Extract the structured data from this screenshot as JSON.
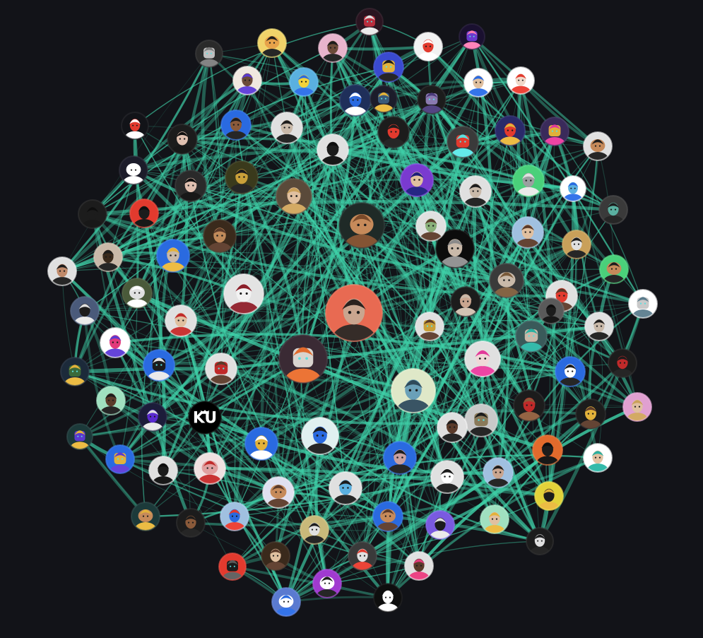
{
  "graph": {
    "background": "#121318",
    "edge_color": "#3fd0a8",
    "ku_logo_text": "KU",
    "nodes": [
      {
        "id": "center-bearded-man",
        "kind": "photo",
        "skin": "#c9a58f",
        "bg": "#e86a52",
        "hair": "#2b221e"
      },
      {
        "id": "capybara-wreath",
        "kind": "animal",
        "skin": "#c68a5a",
        "bg": "#1f2a27",
        "hair": "#7a4a2a"
      },
      {
        "id": "astronaut-robot",
        "kind": "robot",
        "skin": "#d9d4cf",
        "bg": "#3a2a34",
        "hair": "#e26a2c"
      },
      {
        "id": "lady-blue-hat",
        "kind": "cartoon",
        "skin": "#6aa0b8",
        "bg": "#dfe8c8",
        "hair": "#2f4a5a"
      },
      {
        "id": "ku-logo",
        "kind": "logo",
        "skin": "#ffffff",
        "bg": "#000000",
        "hair": "#ffffff"
      },
      {
        "id": "man-sunglasses-dark",
        "kind": "photo",
        "skin": "#c9b9a9",
        "bg": "#0c0c0c",
        "hair": "#8a8a8a"
      },
      {
        "id": "white-mask-ninja",
        "kind": "cartoon",
        "skin": "#f2f2f2",
        "bg": "#e3e3e3",
        "hair": "#8b1f2a"
      },
      {
        "id": "shiba-dog",
        "kind": "animal",
        "skin": "#e7a24a",
        "bg": "#f0d36a",
        "hair": "#1c1c1c"
      },
      {
        "id": "bald-man-pink",
        "kind": "photo",
        "skin": "#6b4a38",
        "bg": "#e8b4cc",
        "hair": "#1c1c1c"
      },
      {
        "id": "red-robot-top",
        "kind": "robot",
        "skin": "#b82c3c",
        "bg": "#2a1420",
        "hair": "#e0e0e0"
      },
      {
        "id": "red-cap-toy",
        "kind": "cartoon",
        "skin": "#e23a2e",
        "bg": "#f2f2f2",
        "hair": "#ffffff"
      },
      {
        "id": "purple-astronaut",
        "kind": "robot",
        "skin": "#6a3ad0",
        "bg": "#1a1030",
        "hair": "#ff7ab0"
      },
      {
        "id": "blue-cat",
        "kind": "cartoon",
        "skin": "#2a6ae0",
        "bg": "#1f2f5a",
        "hair": "#ffffff"
      },
      {
        "id": "golden-astronaut",
        "kind": "robot",
        "skin": "#e2b23a",
        "bg": "#3a4ad0",
        "hair": "#1c1c1c"
      },
      {
        "id": "man-purple-cap",
        "kind": "photo",
        "skin": "#6b4a38",
        "bg": "#f0e8e0",
        "hair": "#5a3ad0"
      },
      {
        "id": "yellow-sponge",
        "kind": "cartoon",
        "skin": "#f2d23a",
        "bg": "#5ab0e0",
        "hair": "#2a6ae0"
      },
      {
        "id": "white-avatar-red-ring",
        "kind": "cartoon",
        "skin": "#f0d8c8",
        "bg": "#ffffff",
        "hair": "#e23a2e"
      },
      {
        "id": "helmet-man-small",
        "kind": "robot",
        "skin": "#bfbfbf",
        "bg": "#2a2a2a",
        "hair": "#7a7a7a"
      },
      {
        "id": "red-hood-kid",
        "kind": "cartoon",
        "skin": "#e23a2e",
        "bg": "#121318",
        "hair": "#ffffff"
      },
      {
        "id": "dark-hair-girl",
        "kind": "cartoon",
        "skin": "#e0c0b0",
        "bg": "#1c1c1c",
        "hair": "#0e0e0e"
      },
      {
        "id": "curly-man-blue",
        "kind": "photo",
        "skin": "#8a5a3a",
        "bg": "#2a6ae0",
        "hair": "#1c1c1c"
      },
      {
        "id": "beanie-man",
        "kind": "photo",
        "skin": "#c9b9a9",
        "bg": "#e0e0e0",
        "hair": "#1c1c1c"
      },
      {
        "id": "mask-sunglasses",
        "kind": "photo",
        "skin": "#1c1c1c",
        "bg": "#e0e0e0",
        "hair": "#0e0e0e"
      },
      {
        "id": "red-hat-figure",
        "kind": "cartoon",
        "skin": "#e23a2e",
        "bg": "#1c1c1c",
        "hair": "#1c1c1c"
      },
      {
        "id": "purple-robot-head",
        "kind": "robot",
        "skin": "#8a7ab0",
        "bg": "#1c1c1c",
        "hair": "#4a3a7a"
      },
      {
        "id": "red-arcade-robot",
        "kind": "robot",
        "skin": "#e23a2e",
        "bg": "#3a3a3a",
        "hair": "#5ae0e0"
      },
      {
        "id": "blue-hair-boy",
        "kind": "cartoon",
        "skin": "#e0c0a0",
        "bg": "#7a3ad0",
        "hair": "#1c1c7a"
      },
      {
        "id": "mario-group",
        "kind": "cartoon",
        "skin": "#e23a2e",
        "bg": "#2a2a6a",
        "hair": "#e2b23a"
      },
      {
        "id": "daft-helmet",
        "kind": "robot",
        "skin": "#e0b03a",
        "bg": "#3a2a5a",
        "hair": "#e23a9a"
      },
      {
        "id": "white-bunny",
        "kind": "animal",
        "skin": "#ffffff",
        "bg": "#1c1c2a",
        "hair": "#ffffff"
      },
      {
        "id": "anime-dark-hair",
        "kind": "cartoon",
        "skin": "#e0c0b0",
        "bg": "#2a2a2a",
        "hair": "#0e0e0e"
      },
      {
        "id": "gold-man-wall",
        "kind": "photo",
        "skin": "#c9a03a",
        "bg": "#3a3a1c",
        "hair": "#1c1c1c"
      },
      {
        "id": "blonde-woman",
        "kind": "photo",
        "skin": "#e0c0a0",
        "bg": "#5a4a3a",
        "hair": "#c9a05a"
      },
      {
        "id": "headset-man-white",
        "kind": "photo",
        "skin": "#c9b9a9",
        "bg": "#e0e0e0",
        "hair": "#1c1c1c"
      },
      {
        "id": "green-beard-man",
        "kind": "cartoon",
        "skin": "#9aa0a0",
        "bg": "#4ad07a",
        "hair": "#e0e0e0"
      },
      {
        "id": "blue-cartoon-kid",
        "kind": "cartoon",
        "skin": "#5ab0e0",
        "bg": "#ffffff",
        "hair": "#2a6ae0"
      },
      {
        "id": "green-alien",
        "kind": "cartoon",
        "skin": "#5ab0a0",
        "bg": "#3a3a3a",
        "hair": "#1c1c1c"
      },
      {
        "id": "cartoon-hat-man",
        "kind": "cartoon",
        "skin": "#e0c0a0",
        "bg": "#a0c0e0",
        "hair": "#5a3a2a"
      },
      {
        "id": "grey-dog-hat",
        "kind": "animal",
        "skin": "#c9b9a9",
        "bg": "#3a3a3a",
        "hair": "#7a5a3a"
      },
      {
        "id": "masked-man-red",
        "kind": "photo",
        "skin": "#e0e0e0",
        "bg": "#c9a05a",
        "hair": "#1c1c1c"
      },
      {
        "id": "dark-sunglass-man",
        "kind": "photo",
        "skin": "#1c1c1c",
        "bg": "#1c1c1c",
        "hair": "#0e0e0e"
      },
      {
        "id": "red-masked-hero",
        "kind": "cartoon",
        "skin": "#1c1c1c",
        "bg": "#e23a2e",
        "hair": "#0e0e0e"
      },
      {
        "id": "pirate-man",
        "kind": "photo",
        "skin": "#c08a5a",
        "bg": "#3a2a1c",
        "hair": "#5a3a2a"
      },
      {
        "id": "hazmat-man",
        "kind": "photo",
        "skin": "#c9b9a9",
        "bg": "#2a6ae0",
        "hair": "#e2b23a"
      },
      {
        "id": "dark-cap-man",
        "kind": "photo",
        "skin": "#3a2a1c",
        "bg": "#c9b9a9",
        "hair": "#1c1c1c"
      },
      {
        "id": "girl-camera",
        "kind": "cartoon",
        "skin": "#c08a6a",
        "bg": "#e0e0e0",
        "hair": "#1c1c1c"
      },
      {
        "id": "cat-glasses-pink",
        "kind": "cartoon",
        "skin": "#e23a2e",
        "bg": "#e0e0e0",
        "hair": "#5a3a2a"
      },
      {
        "id": "capybara-green-bg",
        "kind": "animal",
        "skin": "#c68a5a",
        "bg": "#4ad07a",
        "hair": "#1c1c1c"
      },
      {
        "id": "pink-hair-girl",
        "kind": "cartoon",
        "skin": "#f0d8d8",
        "bg": "#e0e0e0",
        "hair": "#e23a9a"
      },
      {
        "id": "grey-cartoon-man",
        "kind": "photo",
        "skin": "#c9b9a9",
        "bg": "#e0e0e0",
        "hair": "#1c1c1c"
      },
      {
        "id": "chef-bear",
        "kind": "animal",
        "skin": "#e0e0e0",
        "bg": "#4a5a3a",
        "hair": "#ffffff"
      },
      {
        "id": "hooded-warrior",
        "kind": "cartoon",
        "skin": "#1c1c1c",
        "bg": "#4a5a7a",
        "hair": "#e0e0e0"
      },
      {
        "id": "pink-pig-cartoon",
        "kind": "cartoon",
        "skin": "#e23a7a",
        "bg": "#ffffff",
        "hair": "#5a3ad0"
      },
      {
        "id": "helmet-guy-bluebg",
        "kind": "robot",
        "skin": "#1c1c1c",
        "bg": "#2a6ae0",
        "hair": "#e0e0e0"
      },
      {
        "id": "green-robot-left",
        "kind": "robot",
        "skin": "#3a6a3a",
        "bg": "#1c2a3a",
        "hair": "#e2b23a"
      },
      {
        "id": "cartoon-boy-green",
        "kind": "cartoon",
        "skin": "#5a3a2a",
        "bg": "#a0e0c0",
        "hair": "#1c1c1c"
      },
      {
        "id": "purple-ninja",
        "kind": "cartoon",
        "skin": "#5a2ad0",
        "bg": "#1c1c3a",
        "hair": "#e0e0e0"
      },
      {
        "id": "green-robot-2",
        "kind": "robot",
        "skin": "#5a3ad0",
        "bg": "#1c3a3a",
        "hair": "#e2b23a"
      },
      {
        "id": "golden-helmet-blue",
        "kind": "robot",
        "skin": "#e2b23a",
        "bg": "#2a6ae0",
        "hair": "#5a3ad0"
      },
      {
        "id": "hooded-figure",
        "kind": "photo",
        "skin": "#1c1c1c",
        "bg": "#e0e0e0",
        "hair": "#0e0e0e"
      },
      {
        "id": "yellow-cartoon-hat",
        "kind": "cartoon",
        "skin": "#e2b23a",
        "bg": "#2a6ae0",
        "hair": "#ffffff"
      },
      {
        "id": "pink-pig-big",
        "kind": "animal",
        "skin": "#e0a0a0",
        "bg": "#f0e0e0",
        "hair": "#c02a2a"
      },
      {
        "id": "bear-cartoon",
        "kind": "animal",
        "skin": "#c68a5a",
        "bg": "#e0e0f0",
        "hair": "#5a3a2a"
      },
      {
        "id": "blue-blob-helmet",
        "kind": "cartoon",
        "skin": "#2a6ae0",
        "bg": "#e0f0f0",
        "hair": "#1c1c1c"
      },
      {
        "id": "capybara-hat",
        "kind": "animal",
        "skin": "#c68a5a",
        "bg": "#1c3a3a",
        "hair": "#e2b23a"
      },
      {
        "id": "girl-dark-bg",
        "kind": "cartoon",
        "skin": "#8a5a3a",
        "bg": "#1c1c1c",
        "hair": "#1c1c1c"
      },
      {
        "id": "blue-cute-monster",
        "kind": "cartoon",
        "skin": "#2a6ae0",
        "bg": "#a0c0e0",
        "hair": "#e23a2e"
      },
      {
        "id": "dark-robot-red",
        "kind": "robot",
        "skin": "#1c1c1c",
        "bg": "#e23a2e",
        "hair": "#5a5a5a"
      },
      {
        "id": "long-hair-woman",
        "kind": "photo",
        "skin": "#e0c0a0",
        "bg": "#3a2a1c",
        "hair": "#5a3a2a"
      },
      {
        "id": "ghost-cartoon",
        "kind": "cartoon",
        "skin": "#e0e0e0",
        "bg": "#c9b97a",
        "hair": "#1c1c1c"
      },
      {
        "id": "penguin-purple",
        "kind": "animal",
        "skin": "#ffffff",
        "bg": "#a03ad0",
        "hair": "#1c1c1c"
      },
      {
        "id": "blue-bird",
        "kind": "animal",
        "skin": "#ffffff",
        "bg": "#5a7ad0",
        "hair": "#2a6ae0"
      },
      {
        "id": "cap-man-dark",
        "kind": "photo",
        "skin": "#e0e0e0",
        "bg": "#3a3a3a",
        "hair": "#e23a2e"
      },
      {
        "id": "cartoon-glasses-man",
        "kind": "cartoon",
        "skin": "#c9a0a0",
        "bg": "#2a6ae0",
        "hair": "#1c1c1c"
      },
      {
        "id": "white-glove-cartoon",
        "kind": "cartoon",
        "skin": "#ffffff",
        "bg": "#e0e0e0",
        "hair": "#1c1c1c"
      },
      {
        "id": "blue-blob-man",
        "kind": "cartoon",
        "skin": "#5ab0e0",
        "bg": "#e0e0e0",
        "hair": "#1c1c1c"
      },
      {
        "id": "bear-blue-bg",
        "kind": "animal",
        "skin": "#c68a5a",
        "bg": "#2a6ae0",
        "hair": "#5a3a2a"
      },
      {
        "id": "blue-capped-man",
        "kind": "cartoon",
        "skin": "#1c1c1c",
        "bg": "#7a5ae0",
        "hair": "#e0e0e0"
      },
      {
        "id": "rainbow-hair-man",
        "kind": "photo",
        "skin": "#5a3a2a",
        "bg": "#e0e0e0",
        "hair": "#e23a7a"
      },
      {
        "id": "white-silhouette",
        "kind": "photo",
        "skin": "#ffffff",
        "bg": "#0e0e0e",
        "hair": "#ffffff"
      },
      {
        "id": "man-glasses-blue",
        "kind": "photo",
        "skin": "#c9a58f",
        "bg": "#a0c0e0",
        "hair": "#1c1c1c"
      },
      {
        "id": "orange-hood",
        "kind": "photo",
        "skin": "#1c1c1c",
        "bg": "#e26a2c",
        "hair": "#0e0e0e"
      },
      {
        "id": "yellow-hair-cartoon",
        "kind": "cartoon",
        "skin": "#1c1c1c",
        "bg": "#e2d23a",
        "hair": "#e2b23a"
      },
      {
        "id": "blonde-cartoon-man",
        "kind": "cartoon",
        "skin": "#e0c0a0",
        "bg": "#a0e0c0",
        "hair": "#e2b23a"
      },
      {
        "id": "dark-coat-woman",
        "kind": "photo",
        "skin": "#e0e0e0",
        "bg": "#1c1c1c",
        "hair": "#1c1c1c"
      },
      {
        "id": "teal-hair-boy",
        "kind": "cartoon",
        "skin": "#e0c0a0",
        "bg": "#ffffff",
        "hair": "#2ab0a0"
      },
      {
        "id": "pink-frame-woman",
        "kind": "photo",
        "skin": "#e0c0a0",
        "bg": "#e0a0d0",
        "hair": "#c9a05a"
      },
      {
        "id": "red-demon",
        "kind": "cartoon",
        "skin": "#c02a2a",
        "bg": "#1c1c1c",
        "hair": "#1c1c1c"
      },
      {
        "id": "white-glasses-skull",
        "kind": "cartoon",
        "skin": "#ffffff",
        "bg": "#2a6ae0",
        "hair": "#1c1c1c"
      },
      {
        "id": "white-robot-right",
        "kind": "robot",
        "skin": "#c9c9c9",
        "bg": "#ffffff",
        "hair": "#5a7a8a"
      },
      {
        "id": "golden-smile-right",
        "kind": "cartoon",
        "skin": "#e2b23a",
        "bg": "#1c1c1c",
        "hair": "#5a3a2a"
      },
      {
        "id": "armored-knight",
        "kind": "robot",
        "skin": "#8a7a5a",
        "bg": "#c9c9c9",
        "hair": "#1c1c1c"
      },
      {
        "id": "red-fox-monster",
        "kind": "cartoon",
        "skin": "#c02a2a",
        "bg": "#1c1c1c",
        "hair": "#8a5a3a"
      },
      {
        "id": "cyborg-girl",
        "kind": "robot",
        "skin": "#c9b9a9",
        "bg": "#3a5a5a",
        "hair": "#2ab0a0"
      },
      {
        "id": "pirate-dog-right",
        "kind": "animal",
        "skin": "#c68a5a",
        "bg": "#e0e0e0",
        "hair": "#1c1c1c"
      },
      {
        "id": "gold-mask",
        "kind": "robot",
        "skin": "#c9a03a",
        "bg": "#e0e0e0",
        "hair": "#5a3a2a"
      },
      {
        "id": "bald-man-white-tee",
        "kind": "photo",
        "skin": "#c9a58f",
        "bg": "#1c1c1c",
        "hair": "#c9b9a9"
      },
      {
        "id": "blue-hair-doll",
        "kind": "cartoon",
        "skin": "#e0c0a0",
        "bg": "#ffffff",
        "hair": "#2a6ae0"
      },
      {
        "id": "zombie-hat",
        "kind": "cartoon",
        "skin": "#8ab07a",
        "bg": "#e0e0e0",
        "hair": "#5a3a2a"
      },
      {
        "id": "pink-hat-girl",
        "kind": "cartoon",
        "skin": "#e0c0a0",
        "bg": "#e0e0e0",
        "hair": "#c02a2a"
      },
      {
        "id": "robot-face-left",
        "kind": "robot",
        "skin": "#c02a2a",
        "bg": "#e0e0e0",
        "hair": "#5a3a2a"
      },
      {
        "id": "anime-man-left",
        "kind": "cartoon",
        "skin": "#5a3a2a",
        "bg": "#e0e0e0",
        "hair": "#1c1c1c"
      },
      {
        "id": "silhouette-left",
        "kind": "photo",
        "skin": "#1c1c1c",
        "bg": "#5a5a5a",
        "hair": "#0e0e0e"
      },
      {
        "id": "dark-helmet-left",
        "kind": "robot",
        "skin": "#3a5a7a",
        "bg": "#1c1c2a",
        "hair": "#e2b23a"
      }
    ]
  }
}
